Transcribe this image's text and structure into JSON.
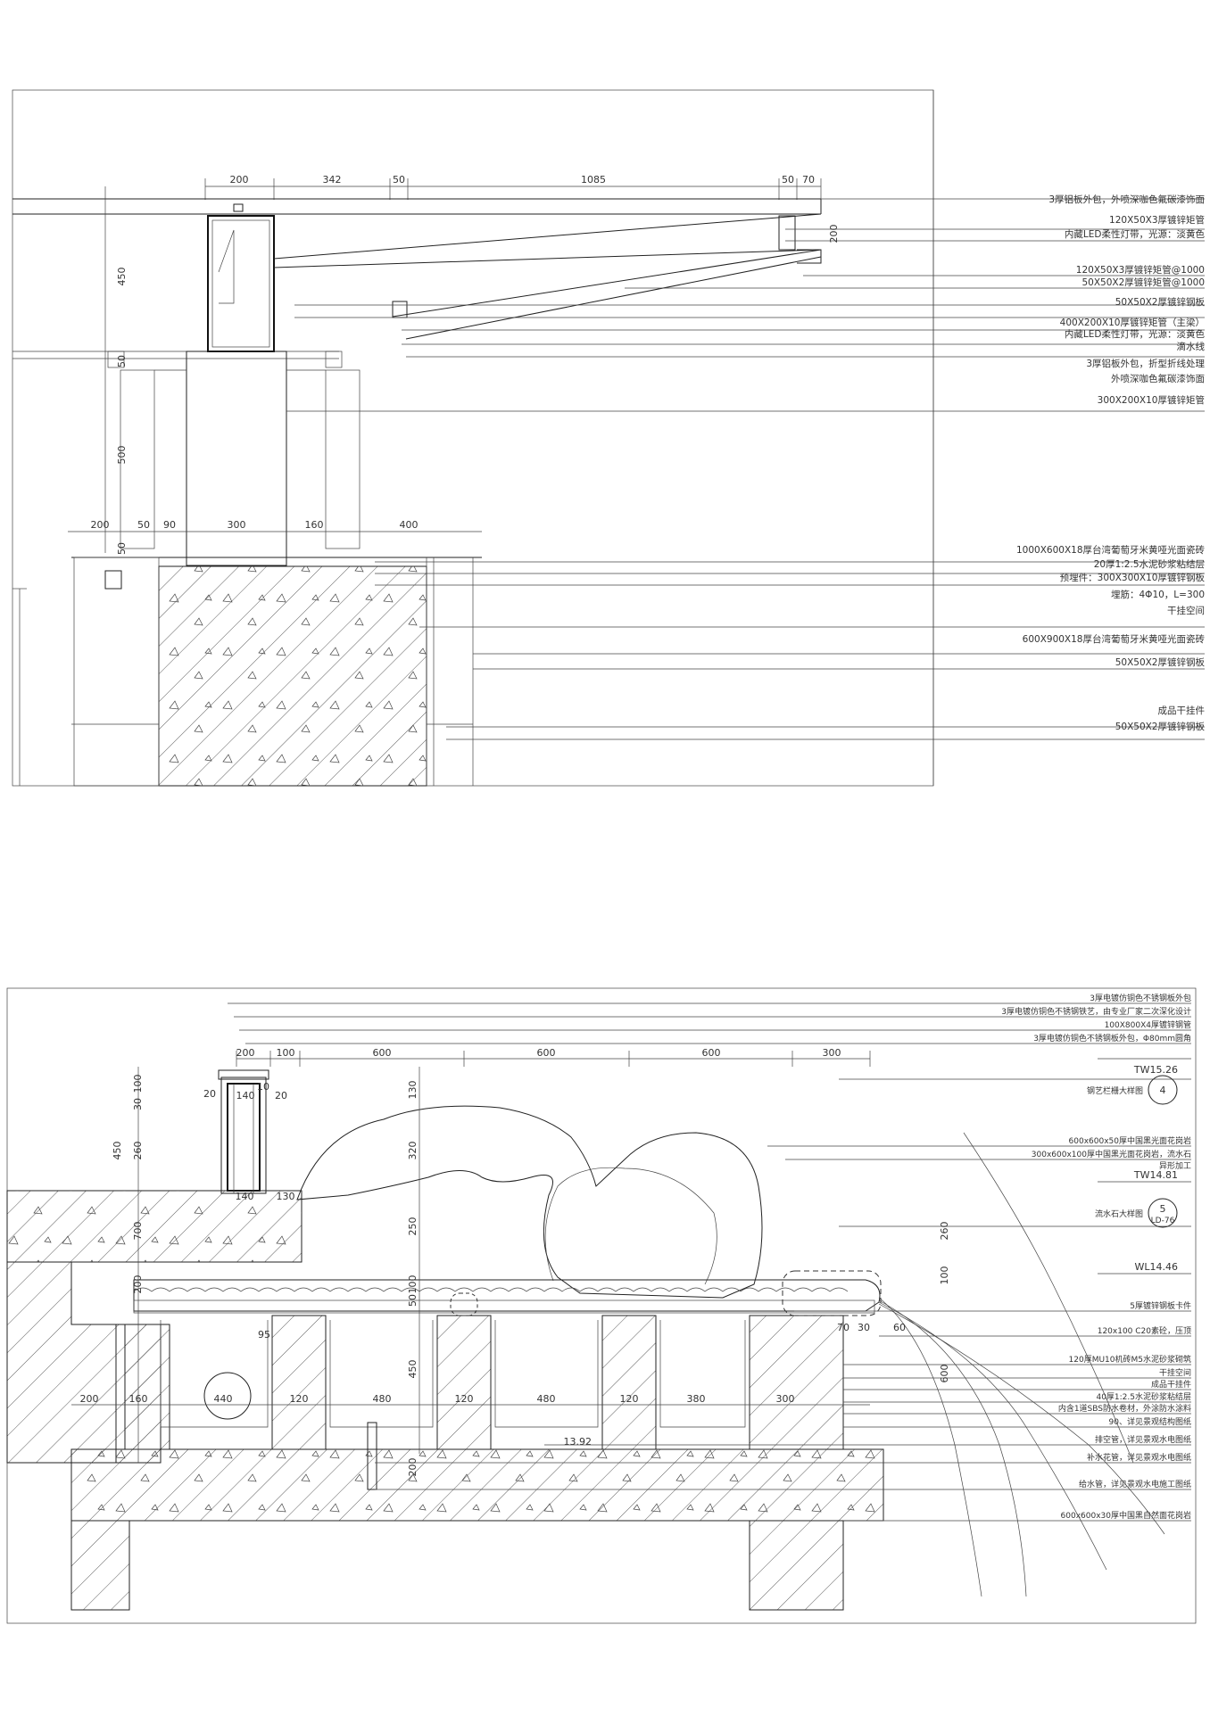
{
  "top_section": {
    "dims_top": [
      "200",
      "342",
      "50",
      "1085",
      "50",
      "70"
    ],
    "dims_left": [
      "450",
      "50",
      "500",
      "50"
    ],
    "dim_right": "200",
    "dims_bottom": [
      "200",
      "50",
      "90",
      "300",
      "160",
      "400"
    ],
    "notes": [
      "3厚铝板外包，外喷深咖色氟碳漆饰面",
      "120X50X3厚镀锌矩管",
      "内藏LED柔性灯带，光源：淡黄色",
      "120X50X3厚镀锌矩管@1000",
      "50X50X2厚镀锌矩管@1000",
      "50X50X2厚镀锌钢板",
      "400X200X10厚镀锌矩管（主梁）",
      "内藏LED柔性灯带，光源：淡黄色",
      "滴水线",
      "3厚铝板外包，折型折线处理",
      "外喷深咖色氟碳漆饰面",
      "300X200X10厚镀锌矩管",
      "1000X600X18厚台湾葡萄牙米黄哑光面瓷砖",
      "20厚1:2.5水泥砂浆粘结层",
      "预埋件：300X300X10厚镀锌钢板",
      "埋筋：4Φ10，L=300",
      "干挂空间",
      "600X900X18厚台湾葡萄牙米黄哑光面瓷砖",
      "50X50X2厚镀锌钢板",
      "成品干挂件",
      "50X50X2厚镀锌钢板"
    ]
  },
  "bottom_section": {
    "dims_top": [
      "200",
      "100",
      "600",
      "600",
      "600",
      "300"
    ],
    "dims_left": [
      "450",
      "100",
      "30",
      "260",
      "700",
      "200"
    ],
    "dims_mid": [
      "130",
      "320",
      "250",
      "100",
      "50",
      "450",
      "200"
    ],
    "dims_misc": [
      "20",
      "140",
      "10",
      "20",
      "140",
      "130",
      "95",
      "70",
      "30",
      "60",
      "260",
      "100",
      "600"
    ],
    "dims_bottom": [
      "200",
      "160",
      "440",
      "120",
      "480",
      "120",
      "480",
      "120",
      "380",
      "300"
    ],
    "elevations": [
      "TW15.26",
      "TW14.81",
      "WL14.46",
      "13.92"
    ],
    "callouts": [
      {
        "num": "4",
        "ref": "",
        "label": "钢艺栏栅大样图"
      },
      {
        "num": "5",
        "ref": "LD-76",
        "label": "流水石大样图"
      }
    ],
    "notes": [
      "3厚电镀仿铜色不锈钢板外包",
      "3厚电镀仿铜色不锈钢铁艺，由专业厂家二次深化设计",
      "100X800X4厚镀锌钢管",
      "3厚电镀仿铜色不锈钢板外包，Φ80mm圆角",
      "600x600x50厚中国黑光面花岗岩",
      "300x600x100厚中国黑光面花岗岩，流水石",
      "异形加工",
      "5厚镀锌钢板卡件",
      "120x100 C20素砼，压顶",
      "120厚MU10机砖M5水泥砂浆砌筑",
      "干挂空间",
      "成品干挂件",
      "40厚1:2.5水泥砂浆粘结层",
      "内含1道SBS防水卷材，外涂防水涂料",
      "90、详见景观结构图纸",
      "排空管，详见景观水电图纸",
      "补水花管，详见景观水电图纸",
      "给水管，详见景观水电施工图纸",
      "600x600x30厚中国黑自然面花岗岩"
    ]
  }
}
